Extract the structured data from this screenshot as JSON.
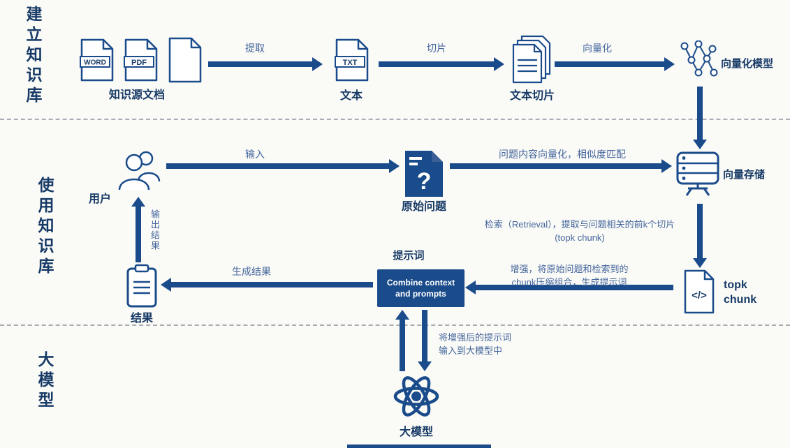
{
  "colors": {
    "navy": "#1a4b8a",
    "ink": "#173a66",
    "soft": "#44669c",
    "bg": "#fafaf7",
    "dash": "#a8adb5",
    "boxText": "#ffffff"
  },
  "sections": {
    "build_label": "建立知识库",
    "use_label": "使用知识库",
    "llm_label": "大模型"
  },
  "build": {
    "word_text": "WORD",
    "pdf_text": "PDF",
    "source_docs_label": "知识源文档",
    "extract_label": "提取",
    "txt_text": "TXT",
    "text_label": "文本",
    "slice_label": "切片",
    "chunks_label": "文本切片",
    "vectorize_label": "向量化",
    "vector_model_label": "向量化模型"
  },
  "use": {
    "user_label": "用户",
    "input_label": "输入",
    "question_label": "原始问题",
    "match_label": "问题内容向量化，相似度匹配",
    "vector_store_label": "向量存储",
    "retrieval_line1": "检索（Retrieval），提取与问题相关的前k个切片",
    "retrieval_line2": "(topk chunk)",
    "code_glyph": "</>",
    "topk_line1": "topk",
    "topk_line2": "chunk",
    "augment_line1": "增强，将原始问题和检索到的",
    "augment_line2": "chunk压缩组合，生成提示词",
    "prompt_label": "提示词",
    "combine_line1": "Combine context",
    "combine_line2": "and prompts",
    "generate_label": "生成结果",
    "result_label": "结果",
    "output_label": "输出结果"
  },
  "llm": {
    "feed_line1": "将增强后的提示词",
    "feed_line2": "输入到大模型中",
    "model_label": "大模型"
  }
}
